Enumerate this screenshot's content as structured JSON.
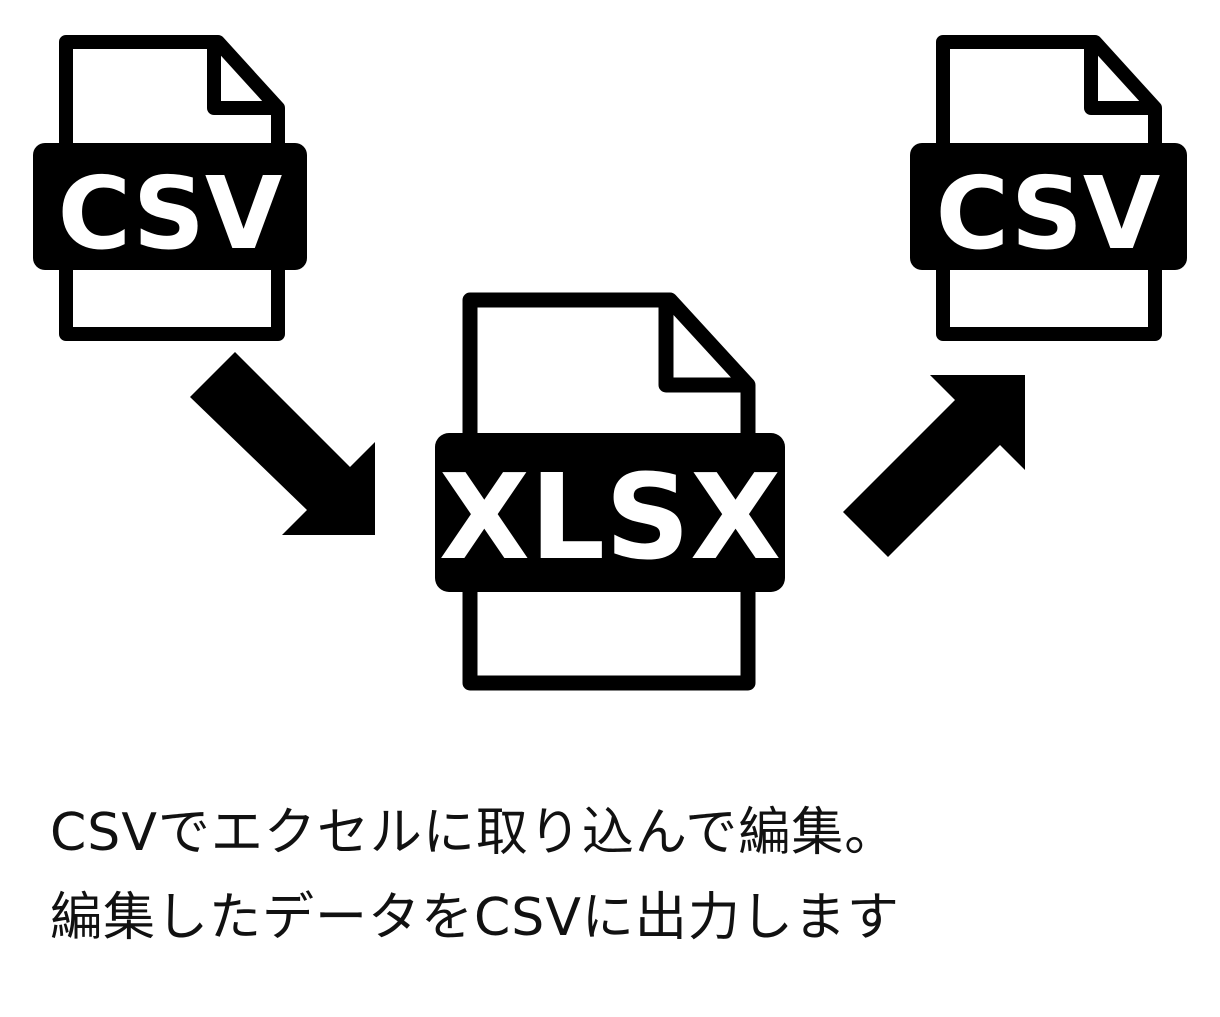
{
  "files": {
    "source": {
      "label": "CSV"
    },
    "middle": {
      "label": "XLSX"
    },
    "output": {
      "label": "CSV"
    }
  },
  "caption": {
    "line1": "CSVでエクセルに取り込んで編集。",
    "line2": "編集したデータをCSVに出力します"
  },
  "colors": {
    "icon": "#000000",
    "text": "#111111",
    "background": "#ffffff"
  }
}
